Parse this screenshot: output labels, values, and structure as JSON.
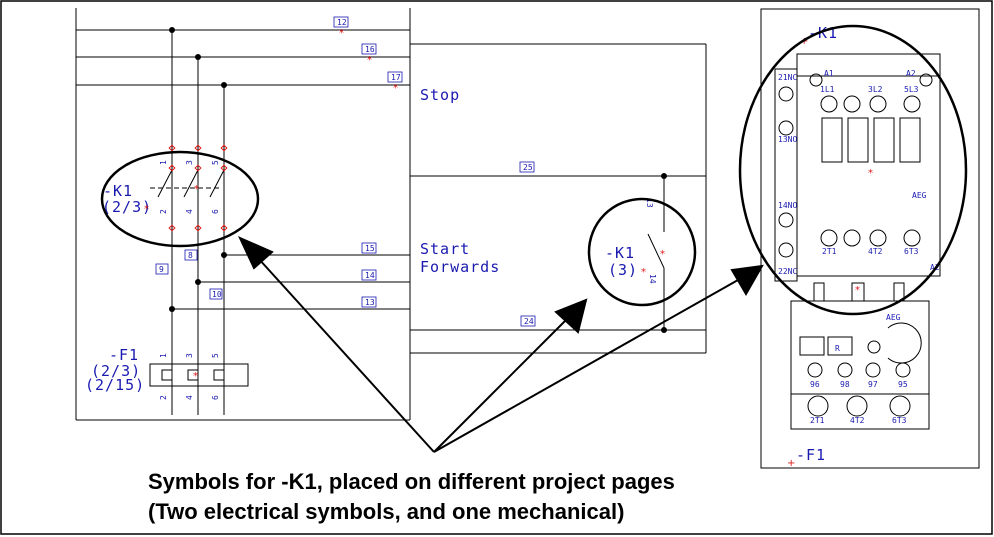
{
  "left_page": {
    "refs": {
      "r12": "12",
      "r16": "16",
      "r17": "17",
      "r25": "25",
      "r15": "15",
      "r14": "14",
      "r13": "13",
      "r24": "24",
      "r9": "9",
      "r8": "8",
      "r10": "10"
    },
    "stop_label": "Stop",
    "start_label_1": "Start",
    "start_label_2": "Forwards",
    "k1_main": {
      "tag": "-K1",
      "ref": "(2/3)",
      "terms_top": [
        "1",
        "3",
        "5"
      ],
      "terms_bottom": [
        "2",
        "4",
        "6"
      ]
    },
    "f1": {
      "tag": "-F1",
      "ref1": "(2/3)",
      "ref2": "(2/15)",
      "terms_top": [
        "1",
        "3",
        "5"
      ],
      "terms_bottom": [
        "2",
        "4",
        "6"
      ]
    }
  },
  "middle_page": {
    "k1_aux": {
      "tag": "-K1",
      "ref": "(3)",
      "term_top": "13",
      "term_bottom": "14"
    }
  },
  "right_page": {
    "k1_title": "-K1",
    "aux_terms": [
      "21NC",
      "13NO",
      "14NO",
      "22NC"
    ],
    "coil_terms": [
      "A1",
      "A2"
    ],
    "main_top": [
      "1L1",
      "3L2",
      "5L3"
    ],
    "main_bottom": [
      "2T1",
      "4T2",
      "6T3"
    ],
    "brand": "AEG",
    "relay_label": "R",
    "relay_terms": [
      "96",
      "98",
      "97",
      "95"
    ],
    "relay_bottom": [
      "2T1",
      "4T2",
      "6T3"
    ],
    "f1_title": "-F1"
  },
  "caption": {
    "line1": "Symbols for -K1, placed on different project pages",
    "line2": "(Two electrical symbols, and one mechanical)"
  }
}
